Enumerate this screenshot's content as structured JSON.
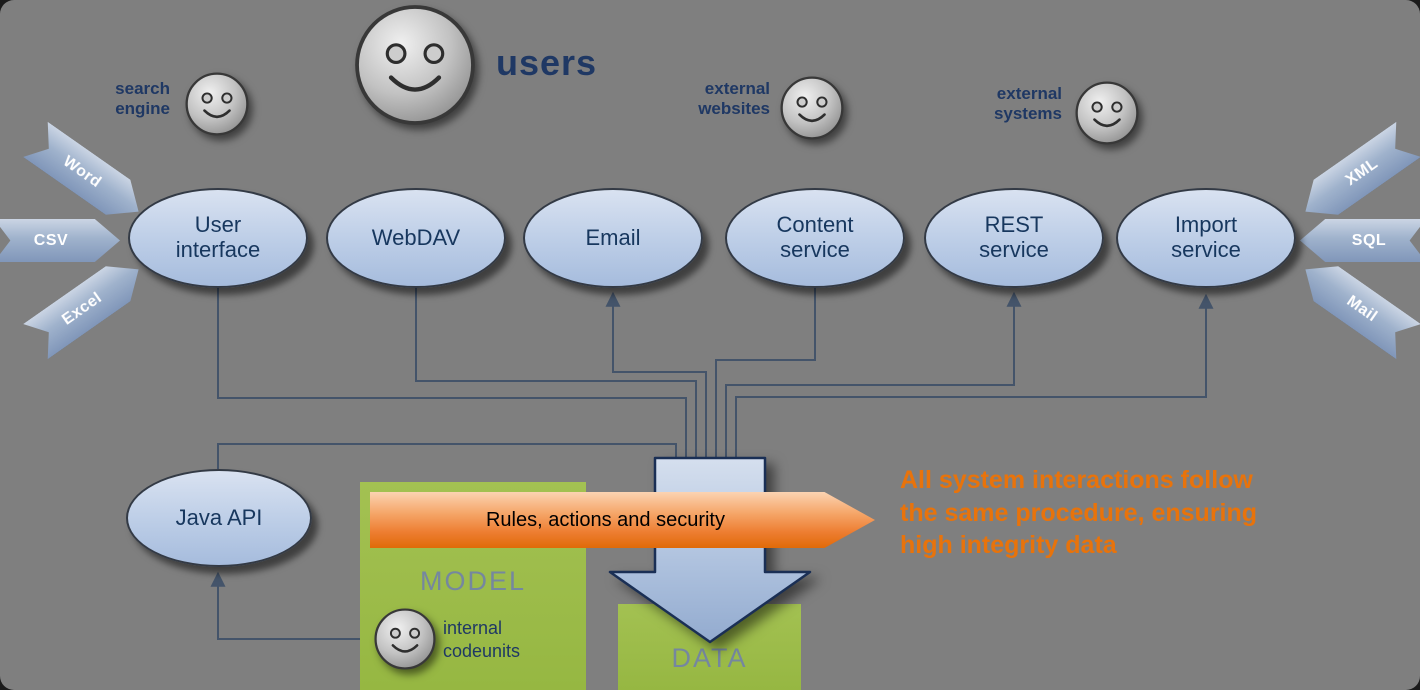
{
  "diagram": {
    "actors": {
      "search_engine": "search engine",
      "users": "users",
      "external_websites": "external websites",
      "external_systems": "external systems"
    },
    "services": [
      {
        "label": "User interface"
      },
      {
        "label": "WebDAV"
      },
      {
        "label": "Email"
      },
      {
        "label": "Content service"
      },
      {
        "label": "REST service"
      },
      {
        "label": "Import service"
      }
    ],
    "left_formats": [
      {
        "label": "Word"
      },
      {
        "label": "CSV"
      },
      {
        "label": "Excel"
      }
    ],
    "right_formats": [
      {
        "label": "XML"
      },
      {
        "label": "SQL"
      },
      {
        "label": "Mail"
      }
    ],
    "java_api": {
      "label": "Java API"
    },
    "rules_banner": {
      "label": "Rules, actions and security"
    },
    "model_box": {
      "title": "MODEL",
      "subtitle": "internal codeunits"
    },
    "data_box": {
      "title": "DATA"
    },
    "note": {
      "lines": [
        "All system interactions follow",
        "the same procedure, ensuring",
        "high integrity data"
      ]
    },
    "colors": {
      "background": "#7F7F7F",
      "ellipse_fill_top": "#D9E2F1",
      "ellipse_fill_bottom": "#A6BCDD",
      "label_navy": "#17375E",
      "connector": "#44546A",
      "green_box": "#96B742",
      "orange_banner": "#ED7D31",
      "note_orange": "#E8730B",
      "box_title_gray": "#75879F"
    }
  }
}
